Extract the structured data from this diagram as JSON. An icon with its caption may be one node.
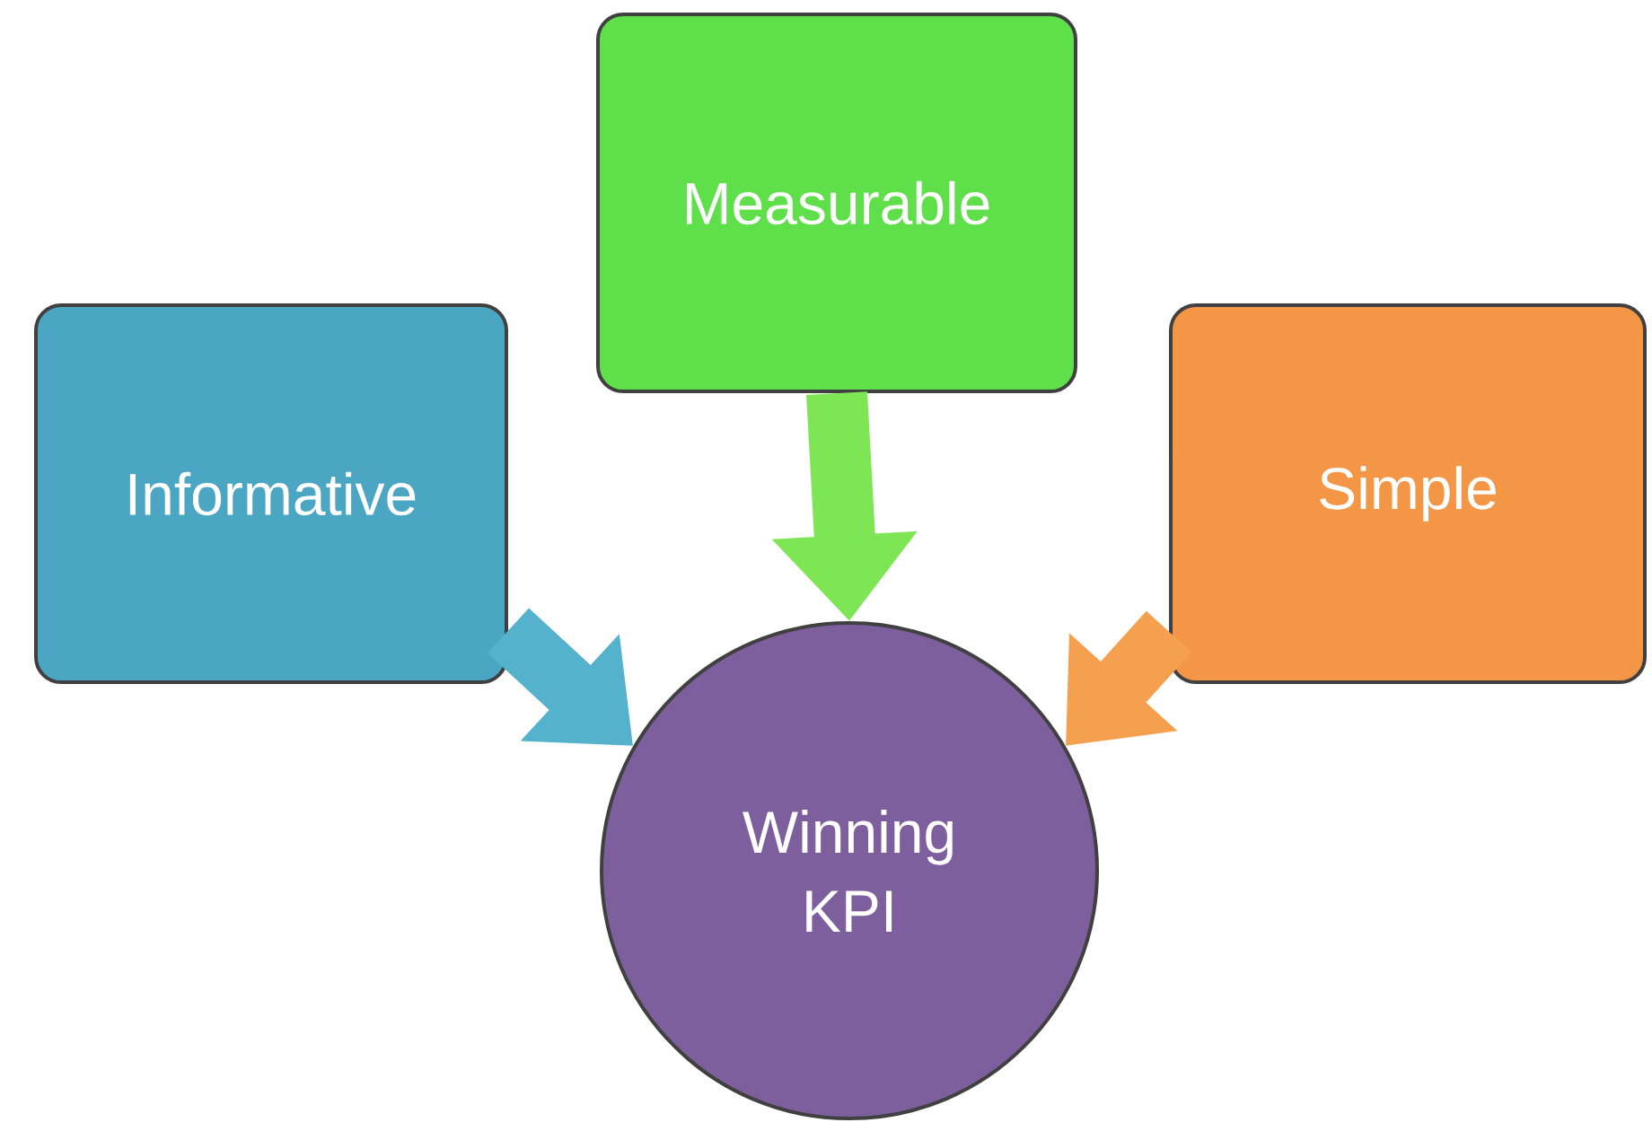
{
  "diagram": {
    "nodes": [
      {
        "text": [
          "Informative"
        ]
      },
      {
        "text": [
          "Measurable"
        ]
      },
      {
        "text": [
          "Simple"
        ]
      },
      {
        "text": [
          "Winning KPI"
        ]
      }
    ],
    "edges": [
      {
        "from": 0,
        "to": 3,
        "arrow": "to",
        "color": "#55b2cc"
      },
      {
        "from": 1,
        "to": 3,
        "arrow": "to",
        "color": "#7ee655"
      },
      {
        "from": 2,
        "to": 3,
        "arrow": "to",
        "color": "#f5a04e"
      }
    ]
  }
}
